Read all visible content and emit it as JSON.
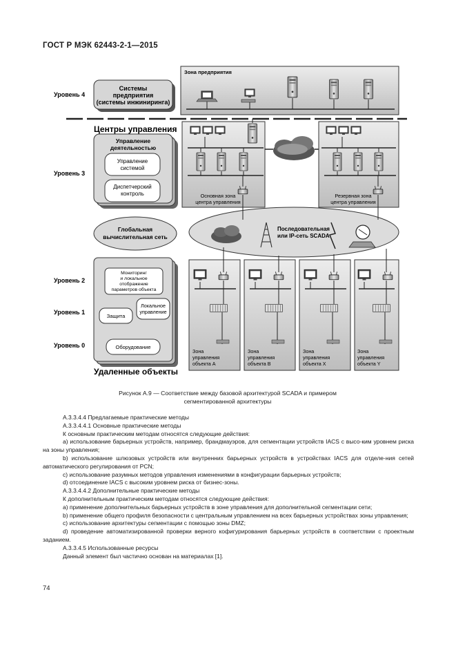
{
  "header": {
    "title": "ГОСТ Р МЭК 62443-2-1—2015"
  },
  "figure": {
    "levels": {
      "l4": "Уровень 4",
      "l3": "Уровень 3",
      "l2": "Уровень 2",
      "l1": "Уровень 1",
      "l0": "Уровень 0"
    },
    "enterprise_box": {
      "line1": "Системы",
      "line2": "предприятия",
      "line3": "(системы инжиниринга)"
    },
    "enterprise_zone": "Зона предприятия",
    "control_centers": "Центры управления",
    "ops_box": {
      "title1": "Управление",
      "title2": "деятельностью",
      "system1": "Управление",
      "system2": "системой",
      "dispatch1": "Диспетчерский",
      "dispatch2": "контроль"
    },
    "main_zone": {
      "line1": "Основная зона",
      "line2": "центра управления"
    },
    "backup_zone": {
      "line1": "Резервная зона",
      "line2": "центра управления"
    },
    "global_net": {
      "line1": "Глобальная",
      "line2": "вычислительная сеть"
    },
    "serial_net": {
      "line1": "Последовательная",
      "line2": "или IP-сеть SCADA"
    },
    "remote_box": {
      "mon1": "Мониторинг",
      "mon2": "и локальное",
      "mon3": "отображение",
      "mon4": "параметров объекта",
      "protect": "Защита",
      "local1": "Локальное",
      "local2": "управление",
      "equip": "Оборудование"
    },
    "remote_objects": "Удаленные объекты",
    "sites": [
      {
        "line1": "Зона",
        "line2": "управления",
        "line3": "объекта A"
      },
      {
        "line1": "Зона",
        "line2": "управления",
        "line3": "объекта B"
      },
      {
        "line1": "Зона",
        "line2": "управления",
        "line3": "объекта X"
      },
      {
        "line1": "Зона",
        "line2": "управления",
        "line3": "объекта Y"
      }
    ]
  },
  "caption": {
    "line1": "Рисунок А.9 — Соответствие между базовой архитектурой SCADA и примером",
    "line2": "сегментированной архитектуры"
  },
  "paragraphs": [
    "А.3.3.4.4 Предлагаемые практические методы",
    "А.3.3.4.4.1 Основные практические методы",
    "К основным практическим методам относятся следующие действия:",
    "a) использование барьерных устройств, например, брандмауэров, для сегментации устройств IACS с высо-ким уровнем риска на зоны управления;",
    "b) использование шлюзовых устройств или внутренних барьерных устройств в устройствах IACS для отделе-ния сетей автоматического регулирования от PCN;",
    "c) использование разумных методов управления изменениями в конфигурации барьерных устройств;",
    "d) отсоединение IACS с высоким уровнем риска от бизнес-зоны.",
    "А.3.3.4.4.2 Дополнительные практические методы",
    "К дополнительным практическим методам относятся следующие действия:",
    "a) применение дополнительных барьерных устройств в зоне управления для дополнительной сегментации сети;",
    "b) применение общего профиля безопасности с центральным управлением на всех барьерных устройствах зоны управления;",
    "c) использование архитектуры сегментации с помощью зоны DMZ;",
    "d) проведение автоматизированной проверки верного кофигурирования барьерных устройств в соответствии с проектным заданием.",
    "А.3.3.4.5 Использованные ресурсы",
    "Данный элемент был частично основан на материалах [1]."
  ],
  "page_number": "74"
}
